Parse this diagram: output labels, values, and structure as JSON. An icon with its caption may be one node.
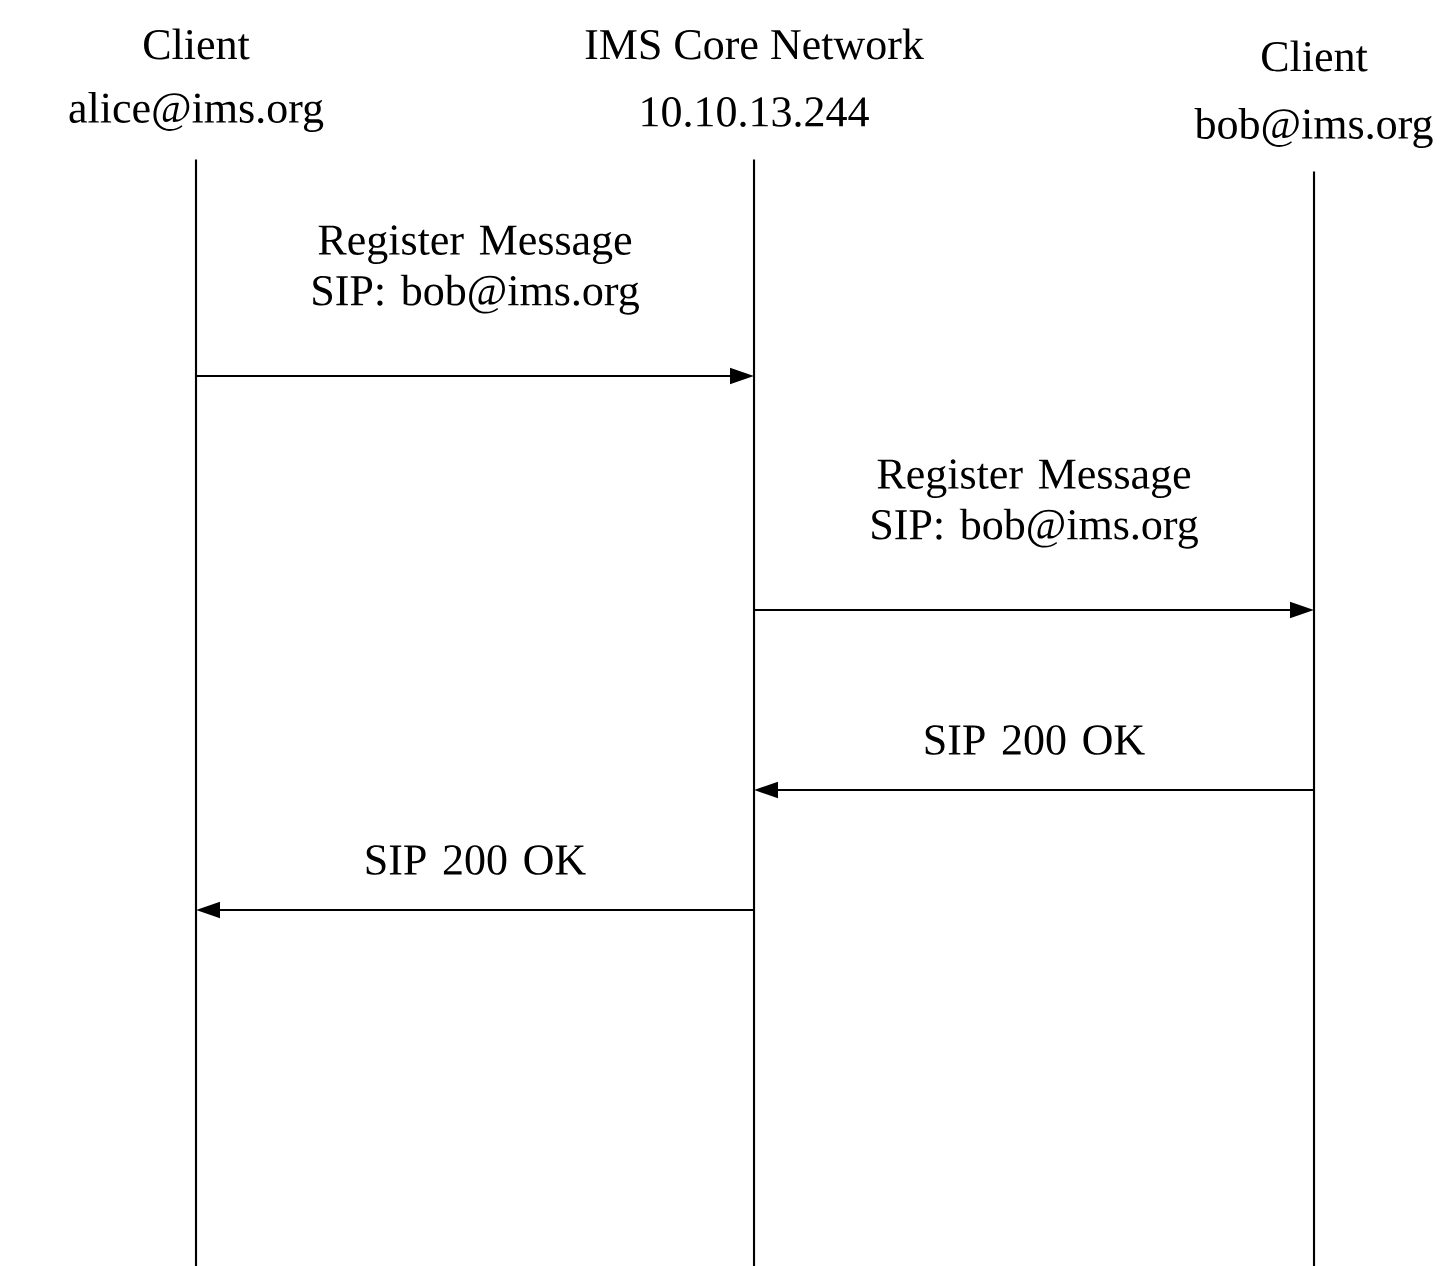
{
  "diagram": {
    "nodes": [
      {
        "text": [
          "Client",
          "alice@ims.org"
        ]
      },
      {
        "text": [
          "IMS Core Network",
          "10.10.13.244"
        ]
      },
      {
        "text": [
          "Client",
          "bob@ims.org"
        ]
      }
    ],
    "edges": [
      {
        "from": 0,
        "to": 1,
        "arrow": "to",
        "label": "Register Message SIP: bob@ims.org"
      },
      {
        "from": 1,
        "to": 2,
        "arrow": "to",
        "label": "Register Message SIP: bob@ims.org"
      },
      {
        "from": 2,
        "to": 1,
        "arrow": "to",
        "label": "SIP 200 OK"
      },
      {
        "from": 1,
        "to": 0,
        "arrow": "to",
        "label": "SIP 200 OK"
      }
    ]
  }
}
